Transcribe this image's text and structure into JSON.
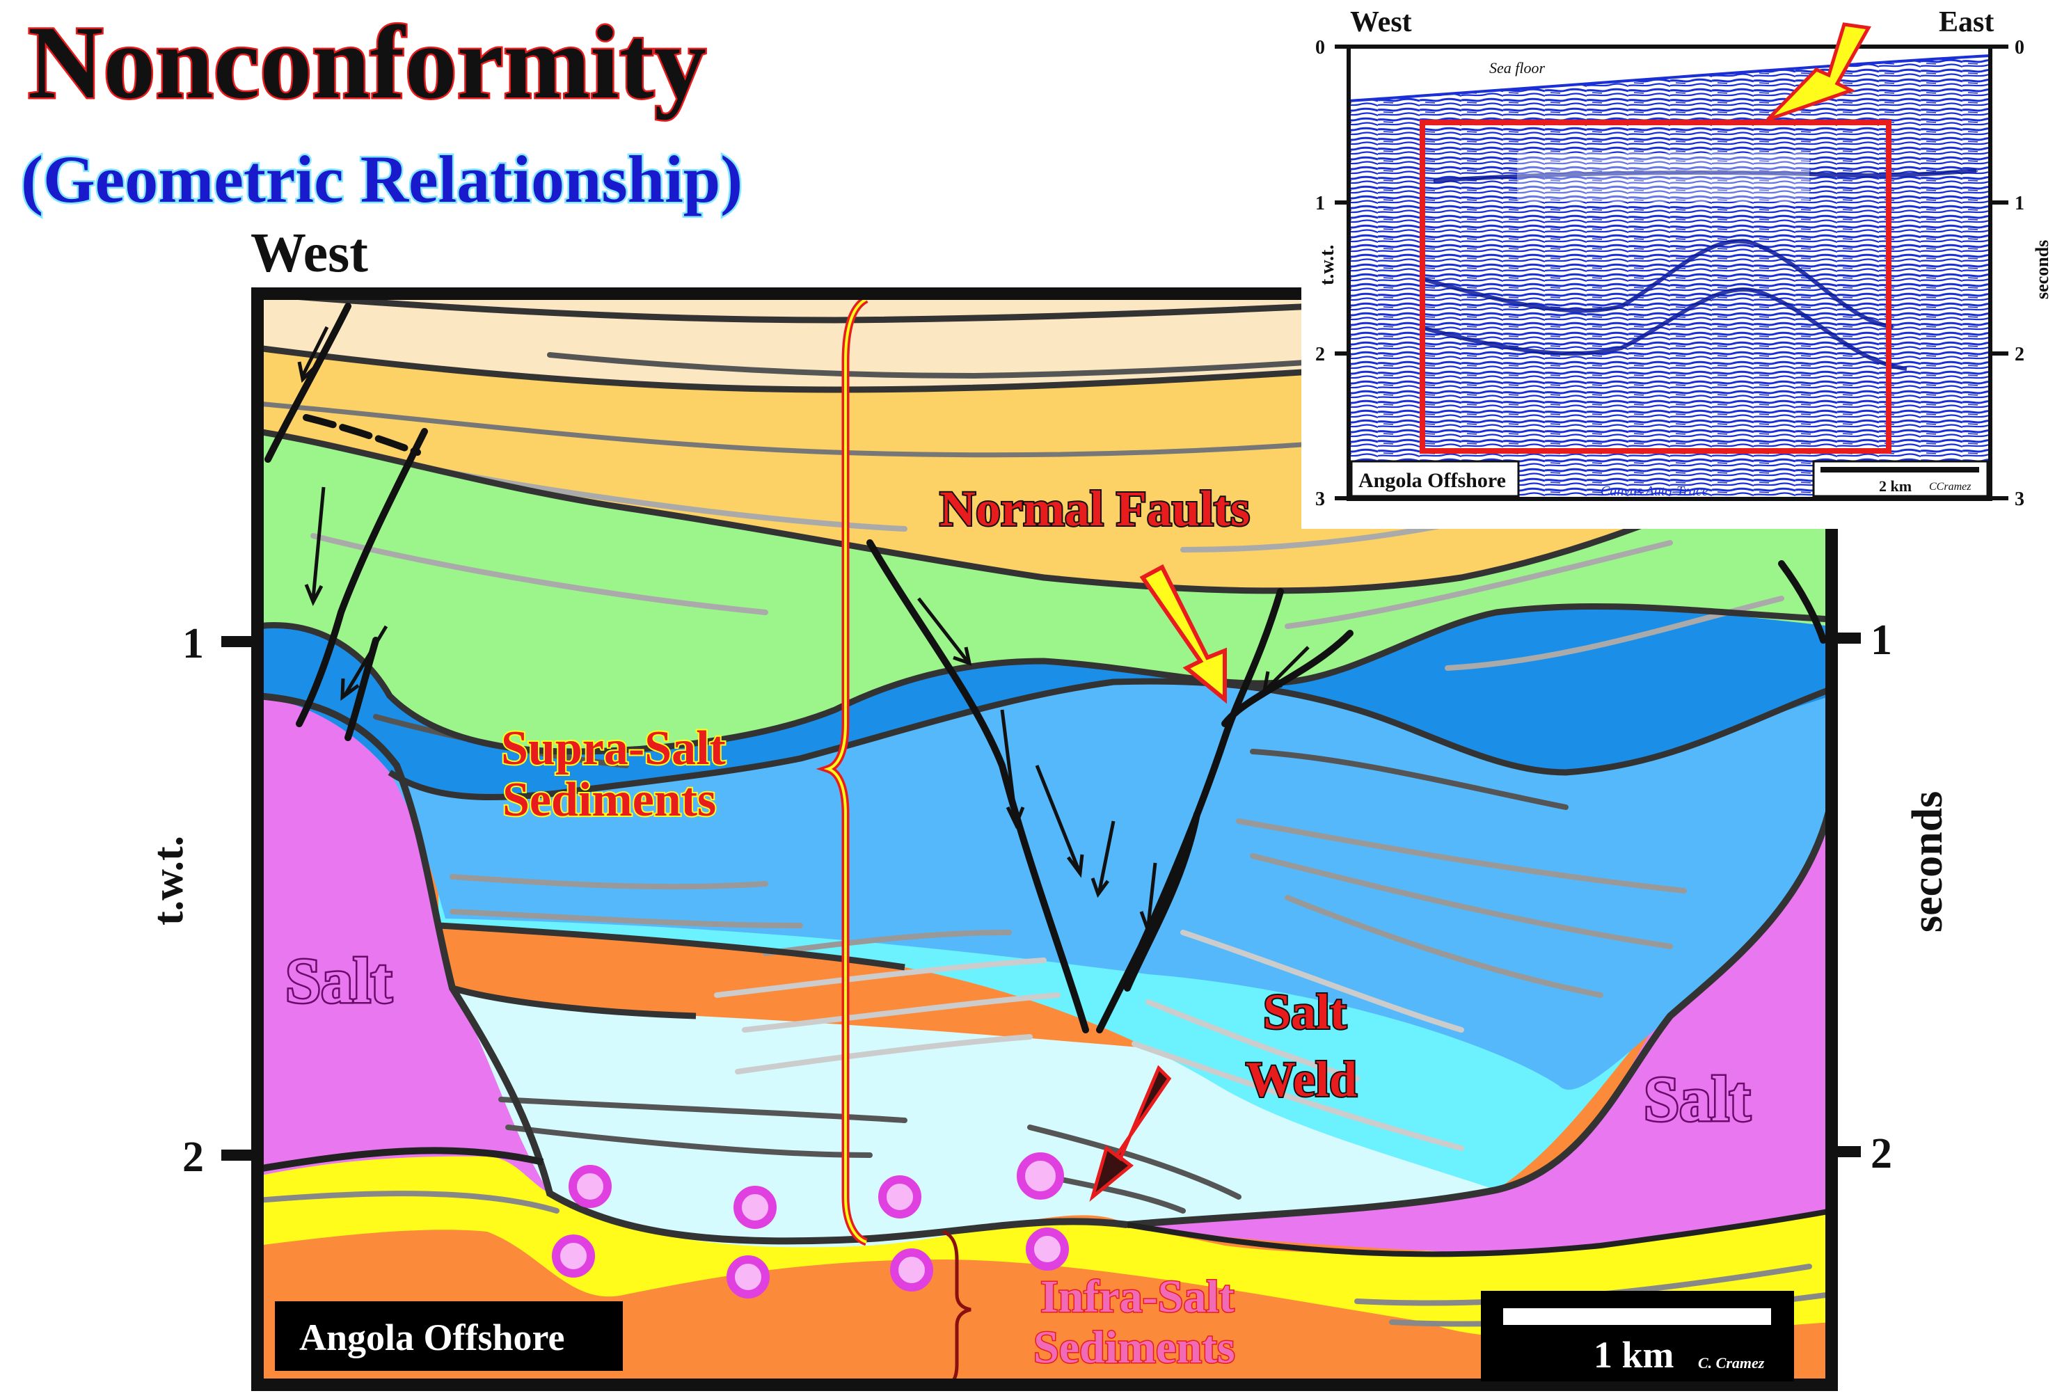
{
  "title": "Nonconformity",
  "subtitle": "(Geometric Relationship)",
  "main": {
    "west_label": "West",
    "left_axis_label": "t.w.t.",
    "right_axis_label": "seconds",
    "left_ticks": [
      "1",
      "2"
    ],
    "right_ticks": [
      "1",
      "2"
    ],
    "labels": {
      "supra_salt_1": "Supra-Salt",
      "supra_salt_2": "Sediments",
      "normal_faults": "Normal Faults",
      "salt_left": "Salt",
      "salt_right": "Salt",
      "salt_weld_1": "Salt",
      "salt_weld_2": "Weld",
      "infra_salt_1": "Infra-Salt",
      "infra_salt_2": "Sediments"
    },
    "location_box": "Angola Offshore",
    "scale_bar": "1 km",
    "credit": "C. Cramez"
  },
  "inset": {
    "west_label": "West",
    "east_label": "East",
    "left_ticks": [
      "0",
      "1",
      "2",
      "3"
    ],
    "right_ticks": [
      "0",
      "1",
      "2",
      "3"
    ],
    "left_axis_label": "t.w.t.",
    "right_axis_label": "seconds",
    "sea_floor": "Sea floor",
    "location_box": "Angola Offshore",
    "scale_bar": "2 km",
    "credit": "CCramez",
    "footer_note": "Canvas Auto-Trace"
  },
  "colors": {
    "salt": "#e978f0",
    "top_sand": "#fbe7c2",
    "orange_layer": "#fcd165",
    "green_layer": "#9cf58a",
    "dark_blue": "#1b8fe8",
    "mid_blue": "#55b8fa",
    "cyan": "#6cf1ff",
    "pale_cyan": "#d6fbff",
    "yellow": "#fffb1a",
    "basement_orange": "#fb8b3a",
    "title_red": "#e81c1c",
    "subtitle_blue": "#1a1acd",
    "seismic_blue": "#1a2fd6"
  }
}
